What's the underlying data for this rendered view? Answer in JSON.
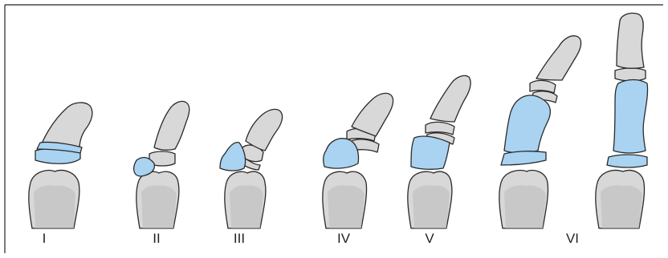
{
  "labels": [
    "I",
    "II",
    "III",
    "IV",
    "V",
    "VI"
  ],
  "colors": {
    "bone": "#d8d8d8",
    "duplicated": "#a9d3f1",
    "outline": "#2a2a2a"
  }
}
